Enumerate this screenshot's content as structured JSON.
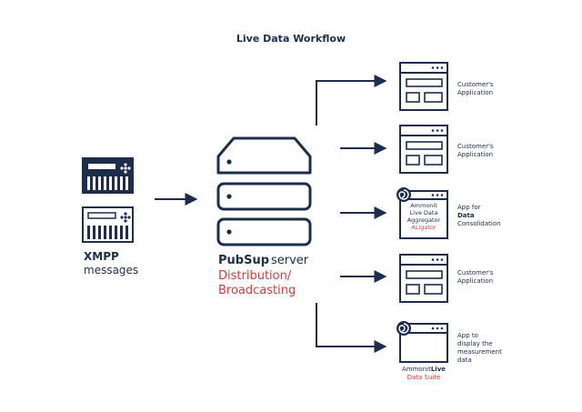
{
  "title": "Live Data Workflow",
  "source": {
    "line1": "XMPP",
    "line2": "messages"
  },
  "server": {
    "name_bold": "PubSup",
    "name_rest": "server",
    "role_line1": "Distribution/",
    "role_line2": "Broadcasting"
  },
  "targets": [
    {
      "line1": "Customer's",
      "line2": "Application"
    },
    {
      "line1": "Customer's",
      "line2": "Application"
    },
    {
      "line1": "App for",
      "line2": "Data",
      "line3": "Consolidation",
      "inner": {
        "line1": "Ammonit",
        "line2": "Live Data",
        "line3": "Aggregator",
        "line4": "ALigator"
      }
    },
    {
      "line1": "Customer's",
      "line2": "Application"
    },
    {
      "line1": "App to",
      "line2": "display the",
      "line3": "measurement",
      "line4": "data",
      "caption": {
        "brand": "Ammonit",
        "brand_bold": "Live",
        "line2": "Data Suite"
      }
    }
  ],
  "colors": {
    "navy": "#1e2d4c",
    "accent": "#d83a3a",
    "background": "#ffffff"
  }
}
